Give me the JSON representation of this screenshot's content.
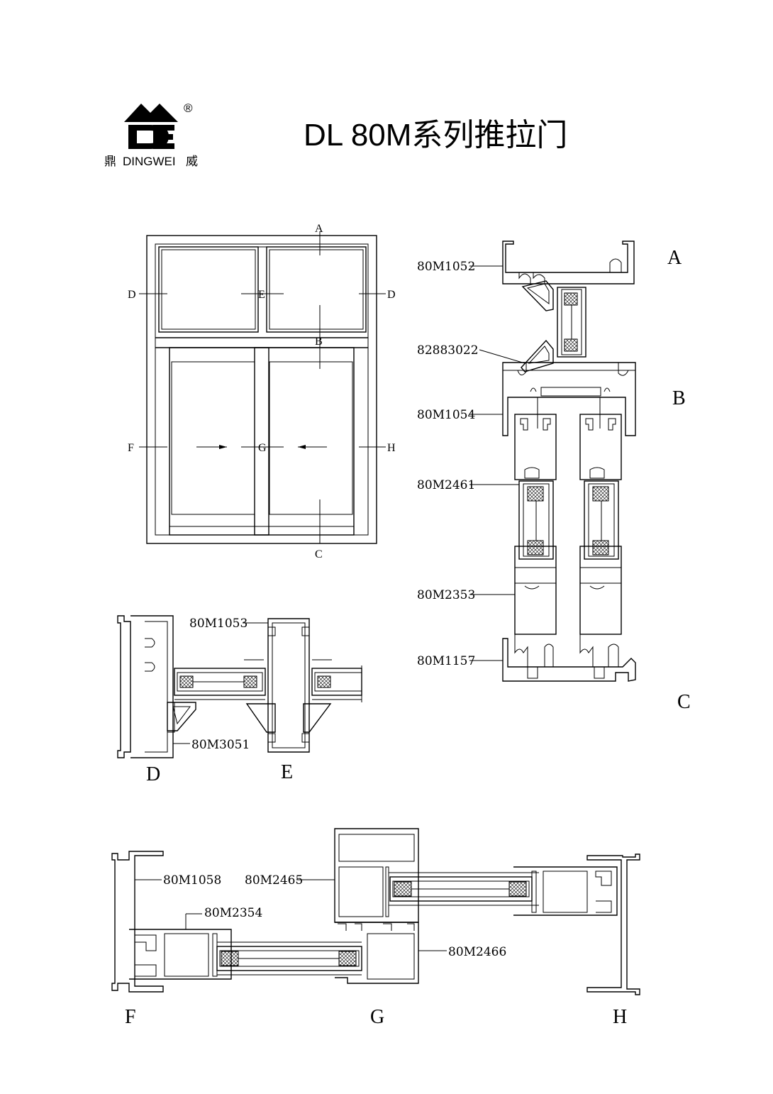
{
  "header": {
    "title": "DL 80M系列推拉门",
    "brand_latin": "DINGWEI",
    "brand_cn_left": "鼎",
    "brand_cn_right": "威",
    "registered_mark": "®"
  },
  "elevation": {
    "refs": {
      "A": "A",
      "B": "B",
      "C": "C",
      "D_left": "D",
      "E": "E",
      "D_right": "D",
      "F": "F",
      "G": "G",
      "H": "H"
    }
  },
  "sections": {
    "vertical": {
      "tag_A": "A",
      "tag_B": "B",
      "tag_C": "C",
      "parts": [
        "80M1052",
        "82883022",
        "80M1054",
        "80M2461",
        "80M2353",
        "80M1157"
      ]
    },
    "de": {
      "tag_D": "D",
      "tag_E": "E",
      "parts": [
        "80M1053",
        "80M3051"
      ]
    },
    "fgh": {
      "tag_F": "F",
      "tag_G": "G",
      "tag_H": "H",
      "parts": [
        "80M1058",
        "80M2465",
        "80M2354",
        "80M2466"
      ]
    }
  }
}
